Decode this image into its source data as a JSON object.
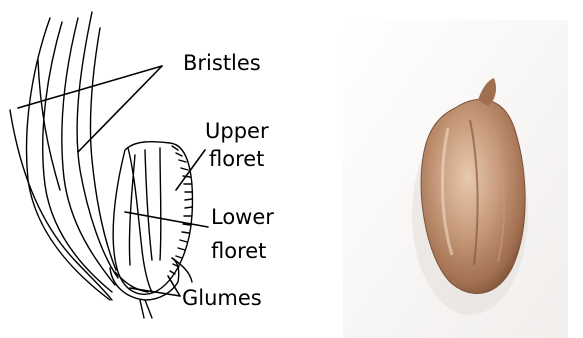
{
  "diagram": {
    "labels": {
      "bristles": "Bristles",
      "upper_floret_1": "Upper",
      "upper_floret_2": "floret",
      "lower_floret_1": "Lower",
      "lower_floret_2": "floret",
      "glumes": "Glumes"
    },
    "colors": {
      "ink": "#000000",
      "seed_shell": "#b88766",
      "seed_dark": "#8a5a3e",
      "seed_light": "#e6c8b0",
      "photo_bg": "#f6f4f3"
    }
  }
}
